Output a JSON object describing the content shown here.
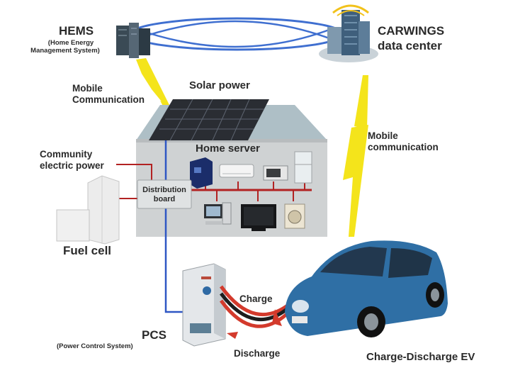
{
  "labels": {
    "hems_title": "HEMS",
    "hems_sub_1": "(Home Energy",
    "hems_sub_2": "Management System)",
    "carwings_1": "CARWINGS",
    "carwings_2": "data center",
    "mobile_comm_left_1": "Mobile",
    "mobile_comm_left_2": "Communication",
    "solar_power": "Solar power",
    "mobile_comm_right_1": "Mobile",
    "mobile_comm_right_2": "communication",
    "home_server": "Home server",
    "community_1": "Community",
    "community_2": "electric power",
    "distribution_1": "Distribution",
    "distribution_2": "board",
    "fuel_cell": "Fuel cell",
    "charge": "Charge",
    "discharge": "Discharge",
    "pcs_title": "PCS",
    "pcs_sub": "(Power Control System)",
    "ev": "Charge-Discharge EV"
  },
  "colors": {
    "orbit": "#3f6fd0",
    "lightning": "#f4e41b",
    "house_roof": "#aebfc6",
    "house_wall": "#cfd2d3",
    "solar": "#2a2d33",
    "power_line": "#b22222",
    "comm_line": "#2f57c4",
    "car_body": "#2f6fa5",
    "cable_red": "#d33a2c",
    "cable_black": "#1d1d1d"
  },
  "icons": [
    "server-tower-icon",
    "datacenter-building-icon",
    "lightning-icon",
    "solar-panel-icon",
    "home-server-icon",
    "air-conditioner-icon",
    "microwave-icon",
    "refrigerator-icon",
    "computer-icon",
    "television-icon",
    "washing-machine-icon",
    "fuel-cell-icon",
    "pcs-cabinet-icon",
    "electric-car-icon"
  ]
}
